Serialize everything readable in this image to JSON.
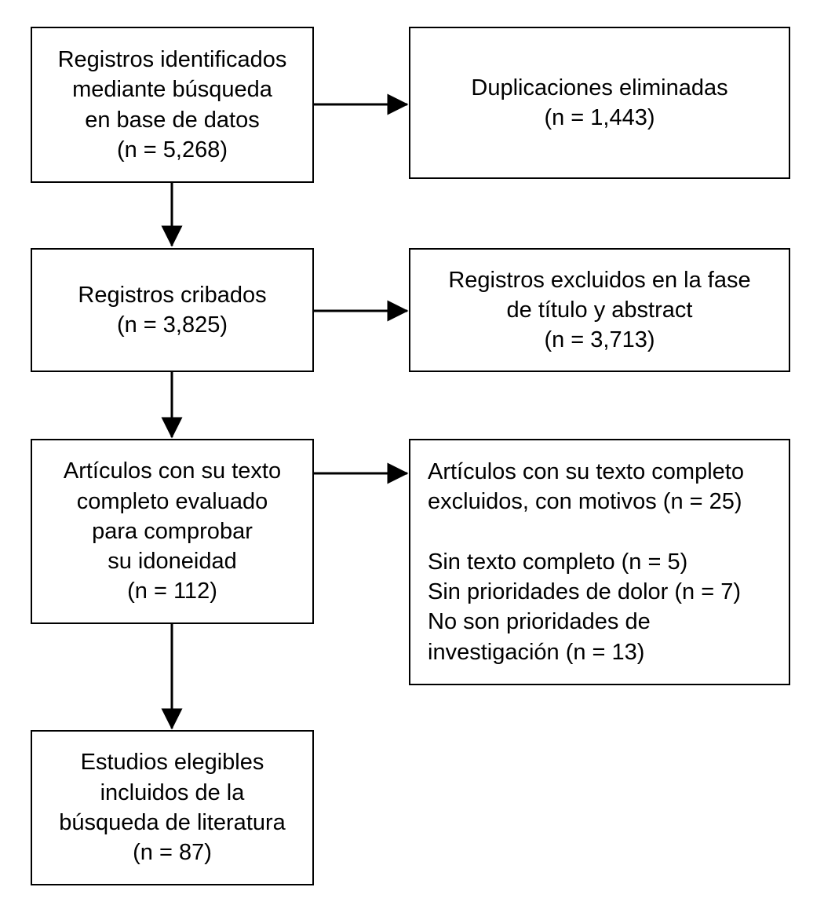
{
  "diagram": {
    "type": "prisma-flow-diagram",
    "language": "es",
    "background_color": "#ffffff",
    "line_color": "#000000",
    "text_color": "#000000"
  },
  "boxes": {
    "identified": {
      "id": "records-identified",
      "text": "Registros identificados\nmediante búsqueda\nen base de datos\n(n = 5,268)",
      "count_label": "(n = 5,268)",
      "count": 5268,
      "align": "center"
    },
    "duplicates_removed": {
      "id": "duplicates-removed",
      "text": "Duplicaciones eliminadas\n(n = 1,443)",
      "count_label": "(n = 1,443)",
      "count": 1443,
      "align": "center"
    },
    "screened": {
      "id": "records-screened",
      "text": "Registros cribados\n(n = 3,825)",
      "count_label": "(n = 3,825)",
      "count": 3825,
      "align": "center"
    },
    "screened_excluded": {
      "id": "records-excluded-title-abstract",
      "text": "Registros excluidos en la fase\nde título y abstract\n(n = 3,713)",
      "count_label": "(n = 3,713)",
      "count": 3713,
      "align": "center"
    },
    "fulltext_assessed": {
      "id": "fulltext-assessed",
      "text": "Artículos con su texto\ncompleto evaluado\npara comprobar\nsu idoneidad\n(n = 112)",
      "count_label": "(n = 112)",
      "count": 112,
      "align": "center"
    },
    "fulltext_excluded": {
      "id": "fulltext-excluded-with-reasons",
      "text": "Artículos con su texto completo\nexcluidos, con motivos (n = 25)\n\nSin texto completo (n = 5)\nSin prioridades de dolor (n = 7)\nNo son prioridades de\ninvestigación (n = 13)",
      "header": "Artículos con su texto completo\nexcluidos, con motivos (n = 25)",
      "count": 25,
      "reasons": [
        {
          "label": "Sin texto completo (n = 5)",
          "count": 5
        },
        {
          "label": "Sin prioridades de dolor (n = 7)",
          "count": 7
        },
        {
          "label": "No son prioridades de\ninvestigación (n = 13)",
          "count": 13
        }
      ],
      "align": "left"
    },
    "included": {
      "id": "studies-included",
      "text": "Estudios elegibles\nincluidos de la\nbúsqueda de literatura\n(n = 87)",
      "count_label": "(n = 87)",
      "count": 87,
      "align": "center"
    }
  },
  "arrows": [
    {
      "name": "identified-to-duplicates",
      "direction": "right"
    },
    {
      "name": "identified-to-screened",
      "direction": "down"
    },
    {
      "name": "screened-to-screened-excluded",
      "direction": "right"
    },
    {
      "name": "screened-to-fulltext",
      "direction": "down"
    },
    {
      "name": "fulltext-to-fulltext-excluded",
      "direction": "right"
    },
    {
      "name": "fulltext-to-included",
      "direction": "down"
    }
  ]
}
